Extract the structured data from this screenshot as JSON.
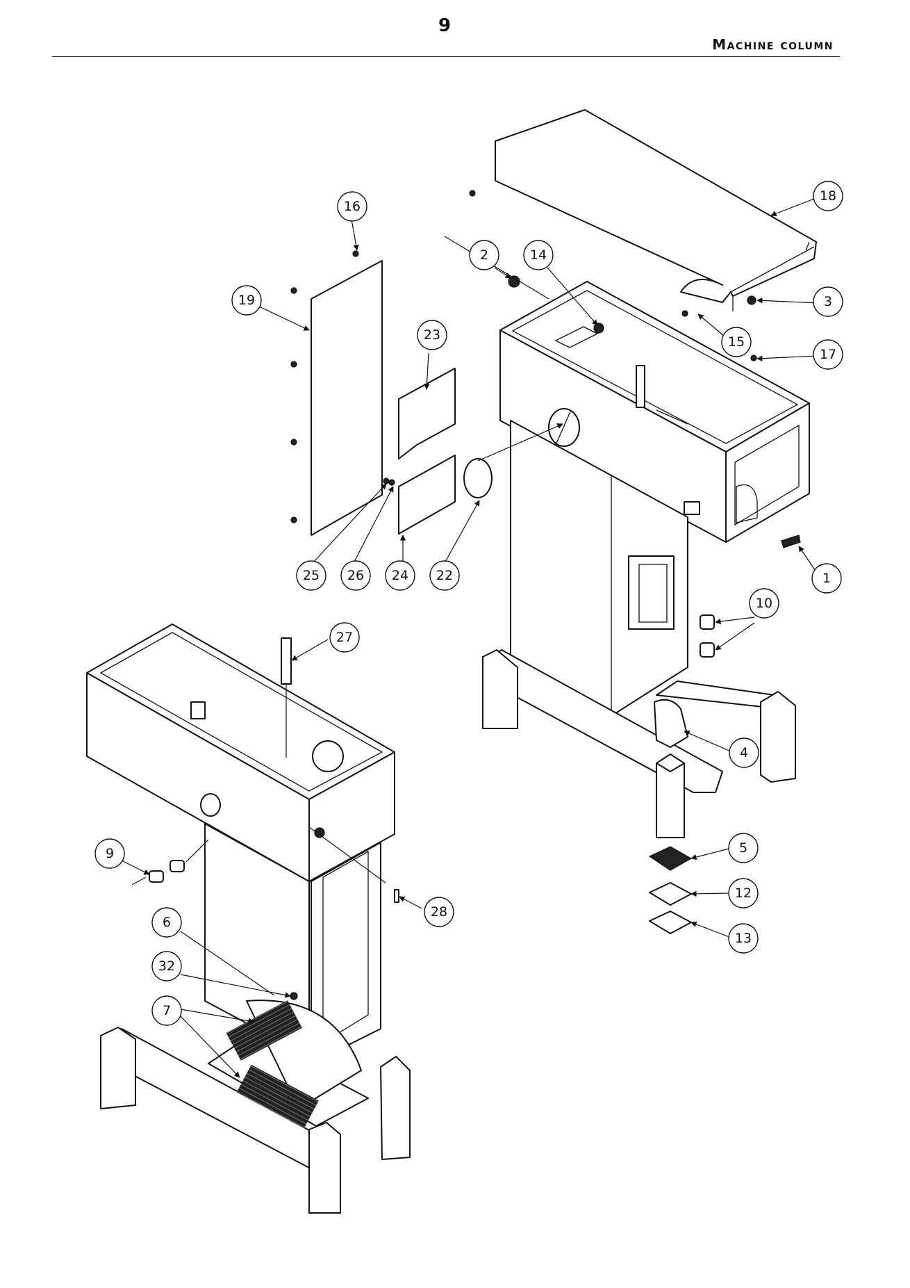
{
  "header": {
    "page_number": "9",
    "section_title": "Machine column"
  },
  "callouts": [
    "1",
    "2",
    "3",
    "4",
    "5",
    "6",
    "7",
    "9",
    "10",
    "12",
    "13",
    "14",
    "15",
    "16",
    "17",
    "18",
    "19",
    "22",
    "23",
    "24",
    "25",
    "26",
    "27",
    "28",
    "32"
  ]
}
